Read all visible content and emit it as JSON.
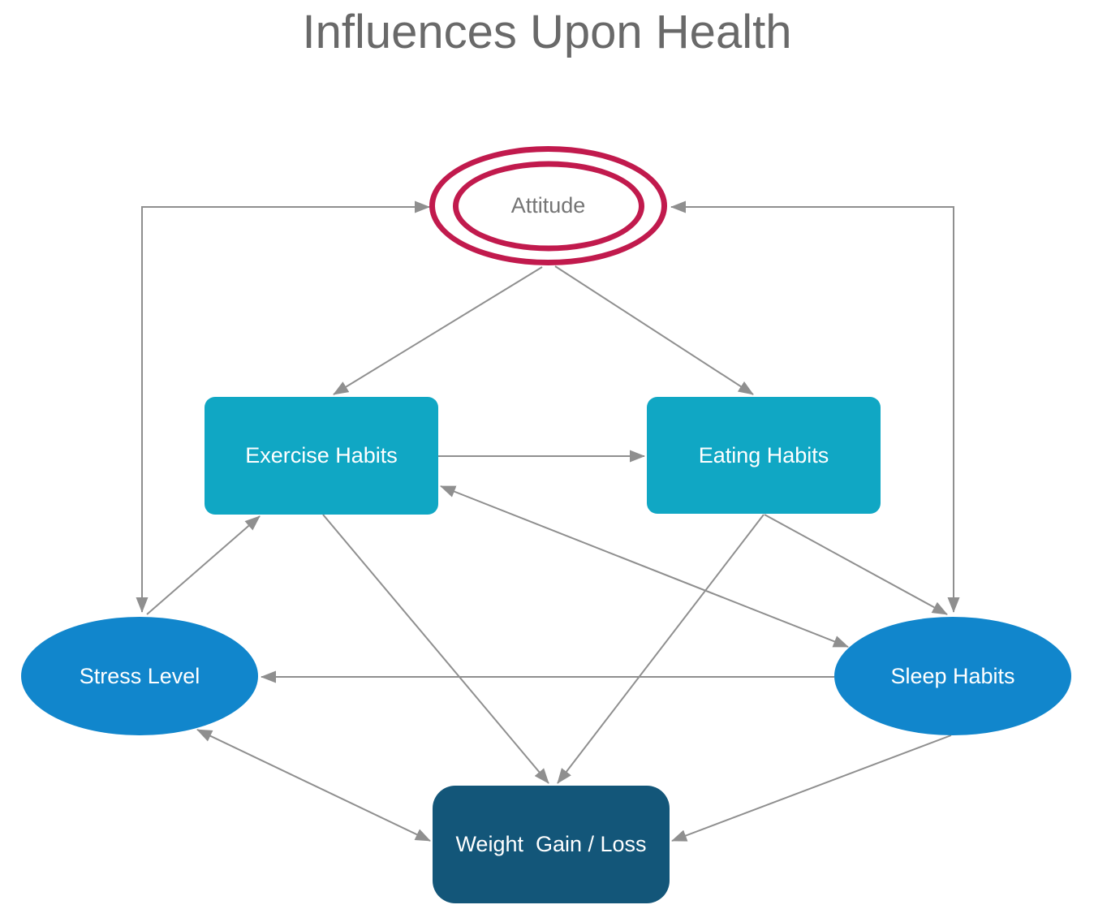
{
  "title": "Influences Upon Health",
  "colors": {
    "title_text": "#696969",
    "arrow": "#8f8f8f",
    "attitude_ring": "#c11a4d",
    "attitude_text": "#757575",
    "habit_box": "#10a7c4",
    "level_ellipse": "#1186cc",
    "weight_box": "#135679",
    "node_text": "#ffffff"
  },
  "nodes": {
    "attitude": {
      "label": "Attitude",
      "shape": "double-ellipse"
    },
    "exercise": {
      "label": "Exercise Habits",
      "shape": "rounded-rect"
    },
    "eating": {
      "label": "Eating Habits",
      "shape": "rounded-rect"
    },
    "stress": {
      "label": "Stress Level",
      "shape": "ellipse"
    },
    "sleep": {
      "label": "Sleep Habits",
      "shape": "ellipse"
    },
    "weight": {
      "label": "Weight  Gain / Loss",
      "shape": "rounded-rect"
    }
  },
  "edges": [
    {
      "from": "attitude",
      "to": "stress",
      "bidirectional": true,
      "style": "elbow"
    },
    {
      "from": "attitude",
      "to": "sleep",
      "bidirectional": true,
      "style": "elbow"
    },
    {
      "from": "attitude",
      "to": "exercise",
      "bidirectional": false,
      "style": "straight"
    },
    {
      "from": "attitude",
      "to": "eating",
      "bidirectional": false,
      "style": "straight"
    },
    {
      "from": "exercise",
      "to": "eating",
      "bidirectional": false,
      "style": "straight"
    },
    {
      "from": "stress",
      "to": "exercise",
      "bidirectional": false,
      "style": "straight"
    },
    {
      "from": "exercise",
      "to": "sleep",
      "bidirectional": true,
      "style": "straight"
    },
    {
      "from": "eating",
      "to": "sleep",
      "bidirectional": false,
      "style": "straight"
    },
    {
      "from": "exercise",
      "to": "weight",
      "bidirectional": false,
      "style": "straight"
    },
    {
      "from": "eating",
      "to": "weight",
      "bidirectional": false,
      "style": "straight"
    },
    {
      "from": "stress",
      "to": "weight",
      "bidirectional": true,
      "style": "straight"
    },
    {
      "from": "sleep",
      "to": "weight",
      "bidirectional": false,
      "style": "straight"
    },
    {
      "from": "sleep",
      "to": "stress",
      "bidirectional": false,
      "style": "straight"
    }
  ]
}
